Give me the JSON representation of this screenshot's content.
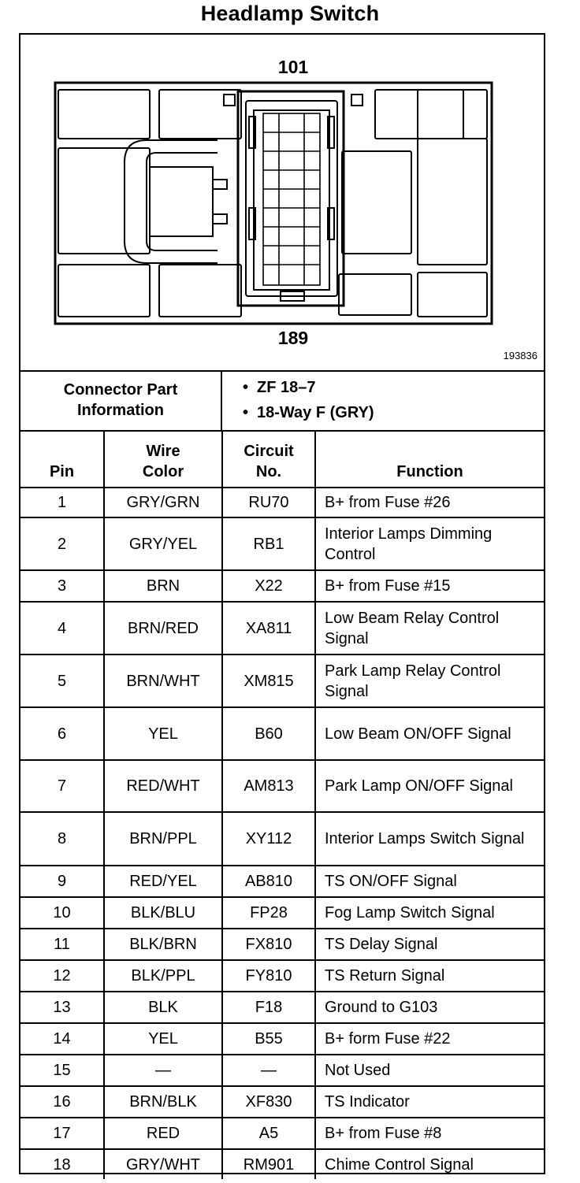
{
  "title": "Headlamp Switch",
  "diagram": {
    "top_pin_label": "101",
    "bottom_pin_label": "189",
    "figure_id": "193836"
  },
  "connector_info": {
    "label_line1": "Connector Part",
    "label_line2": "Information",
    "items": [
      "ZF 18–7",
      "18-Way F (GRY)"
    ]
  },
  "table": {
    "headers": {
      "pin": "Pin",
      "wire_color_line1": "Wire",
      "wire_color_line2": "Color",
      "circuit_line1": "Circuit",
      "circuit_line2": "No.",
      "function": "Function"
    },
    "rows": [
      {
        "pin": "1",
        "wire": "GRY/GRN",
        "circuit": "RU70",
        "function": "B+ from Fuse #26"
      },
      {
        "pin": "2",
        "wire": "GRY/YEL",
        "circuit": "RB1",
        "function": "Interior Lamps Dimming Control"
      },
      {
        "pin": "3",
        "wire": "BRN",
        "circuit": "X22",
        "function": "B+ from Fuse #15"
      },
      {
        "pin": "4",
        "wire": "BRN/RED",
        "circuit": "XA811",
        "function": "Low Beam Relay Control Signal"
      },
      {
        "pin": "5",
        "wire": "BRN/WHT",
        "circuit": "XM815",
        "function": "Park Lamp Relay Control Signal"
      },
      {
        "pin": "6",
        "wire": "YEL",
        "circuit": "B60",
        "function": "Low Beam ON/OFF Signal"
      },
      {
        "pin": "7",
        "wire": "RED/WHT",
        "circuit": "AM813",
        "function": "Park Lamp ON/OFF Signal"
      },
      {
        "pin": "8",
        "wire": "BRN/PPL",
        "circuit": "XY112",
        "function": "Interior Lamps Switch Signal"
      },
      {
        "pin": "9",
        "wire": "RED/YEL",
        "circuit": "AB810",
        "function": "TS ON/OFF Signal"
      },
      {
        "pin": "10",
        "wire": "BLK/BLU",
        "circuit": "FP28",
        "function": "Fog Lamp Switch Signal"
      },
      {
        "pin": "11",
        "wire": "BLK/BRN",
        "circuit": "FX810",
        "function": "TS Delay Signal"
      },
      {
        "pin": "12",
        "wire": "BLK/PPL",
        "circuit": "FY810",
        "function": "TS Return Signal"
      },
      {
        "pin": "13",
        "wire": "BLK",
        "circuit": "F18",
        "function": "Ground to G103"
      },
      {
        "pin": "14",
        "wire": "YEL",
        "circuit": "B55",
        "function": "B+ form Fuse #22"
      },
      {
        "pin": "15",
        "wire": "—",
        "circuit": "—",
        "function": "Not Used"
      },
      {
        "pin": "16",
        "wire": "BRN/BLK",
        "circuit": "XF830",
        "function": "TS Indicator"
      },
      {
        "pin": "17",
        "wire": "RED",
        "circuit": "A5",
        "function": "B+ from Fuse #8"
      },
      {
        "pin": "18",
        "wire": "GRY/WHT",
        "circuit": "RM901",
        "function": "Chime Control Signal"
      }
    ]
  }
}
